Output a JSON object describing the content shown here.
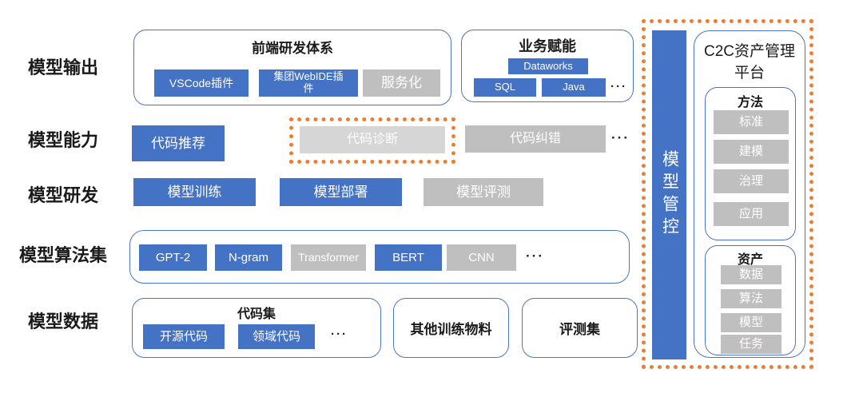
{
  "colors": {
    "blue": "#4472C4",
    "gray": "#BFBFBF",
    "light_gray": "#D6D6D6",
    "orange": "#ED7D31",
    "border": "#4A74C4"
  },
  "row_labels": [
    {
      "label": "模型输出"
    },
    {
      "label": "模型能力"
    },
    {
      "label": "模型研发"
    },
    {
      "label": "模型算法集"
    },
    {
      "label": "模型数据"
    }
  ],
  "frontend": {
    "title": "前端研发体系",
    "chips": [
      {
        "label": "VSCode插件"
      },
      {
        "label": "集团WebIDE插件"
      },
      {
        "label": "服务化"
      }
    ]
  },
  "business": {
    "title": "业务赋能",
    "chips": [
      {
        "label": "Dataworks"
      },
      {
        "label": "SQL"
      },
      {
        "label": "Java"
      }
    ],
    "ellipsis": "···"
  },
  "capability": {
    "chips": [
      {
        "label": "代码推荐"
      },
      {
        "label": "代码诊断"
      },
      {
        "label": "代码纠错"
      }
    ],
    "ellipsis": "···"
  },
  "development": {
    "chips": [
      {
        "label": "模型训练"
      },
      {
        "label": "模型部署"
      },
      {
        "label": "模型评测"
      }
    ]
  },
  "algorithms": {
    "chips": [
      {
        "label": "GPT-2"
      },
      {
        "label": "N-gram"
      },
      {
        "label": "Transformer"
      },
      {
        "label": "BERT"
      },
      {
        "label": "CNN"
      }
    ],
    "ellipsis": "···"
  },
  "data": {
    "codeset": {
      "title": "代码集",
      "chips": [
        {
          "label": "开源代码"
        },
        {
          "label": "领域代码"
        }
      ],
      "ellipsis": "···"
    },
    "other": {
      "label": "其他训练物料"
    },
    "eval": {
      "label": "评测集"
    }
  },
  "governance": {
    "bar_label": "模型管控",
    "platform": {
      "title": "C2C资产管理平台",
      "method": {
        "title": "方法",
        "chips": [
          {
            "label": "标准"
          },
          {
            "label": "建模"
          },
          {
            "label": "治理"
          },
          {
            "label": "应用"
          }
        ]
      },
      "asset": {
        "title": "资产",
        "chips": [
          {
            "label": "数据"
          },
          {
            "label": "算法"
          },
          {
            "label": "模型"
          },
          {
            "label": "任务"
          }
        ]
      }
    }
  }
}
